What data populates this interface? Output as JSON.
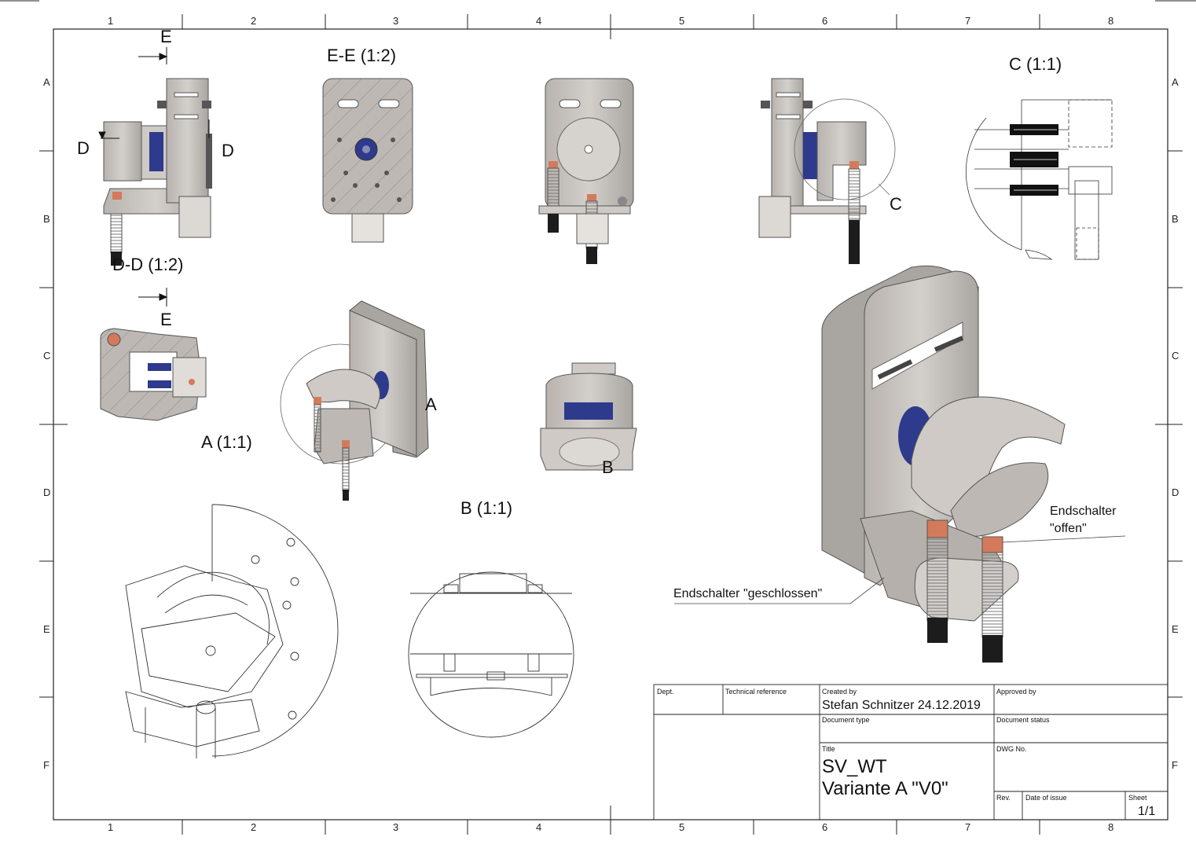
{
  "zones": {
    "columns": [
      "1",
      "2",
      "3",
      "4",
      "5",
      "6",
      "7",
      "8"
    ],
    "rows": [
      "A",
      "B",
      "C",
      "D",
      "E",
      "F"
    ]
  },
  "views": {
    "section_ee": "E-E (1:2)",
    "section_dd": "D-D (1:2)",
    "detail_c": "C (1:1)",
    "detail_a": "A (1:1)",
    "detail_b": "B (1:1)"
  },
  "markers": {
    "e_top": "E",
    "e_bottom": "E",
    "d_left": "D",
    "d_right": "D",
    "c": "C",
    "a": "A",
    "b": "B"
  },
  "annotations": {
    "endschalter_offen_line1": "Endschalter",
    "endschalter_offen_line2": "\"offen\"",
    "endschalter_geschlossen": "Endschalter \"geschlossen\""
  },
  "title_block": {
    "dept_label": "Dept.",
    "tech_ref_label": "Technical reference",
    "created_by_label": "Created by",
    "created_by_value": "Stefan Schnitzer  24.12.2019",
    "approved_by_label": "Approved by",
    "doc_type_label": "Document type",
    "doc_status_label": "Document status",
    "title_label": "Title",
    "title_line1": "SV_WT",
    "title_line2": "Variante A \"V0\"",
    "dwg_no_label": "DWG No.",
    "rev_label": "Rev.",
    "date_of_issue_label": "Date of issue",
    "sheet_label": "Sheet",
    "sheet_value": "1/1"
  },
  "colors": {
    "part_grey": "#cfcac6",
    "part_dark": "#9c9894",
    "bearing_blue": "#2e3a8c",
    "switch_copper": "#d47a5c",
    "black_rod": "#1c1c1c"
  }
}
